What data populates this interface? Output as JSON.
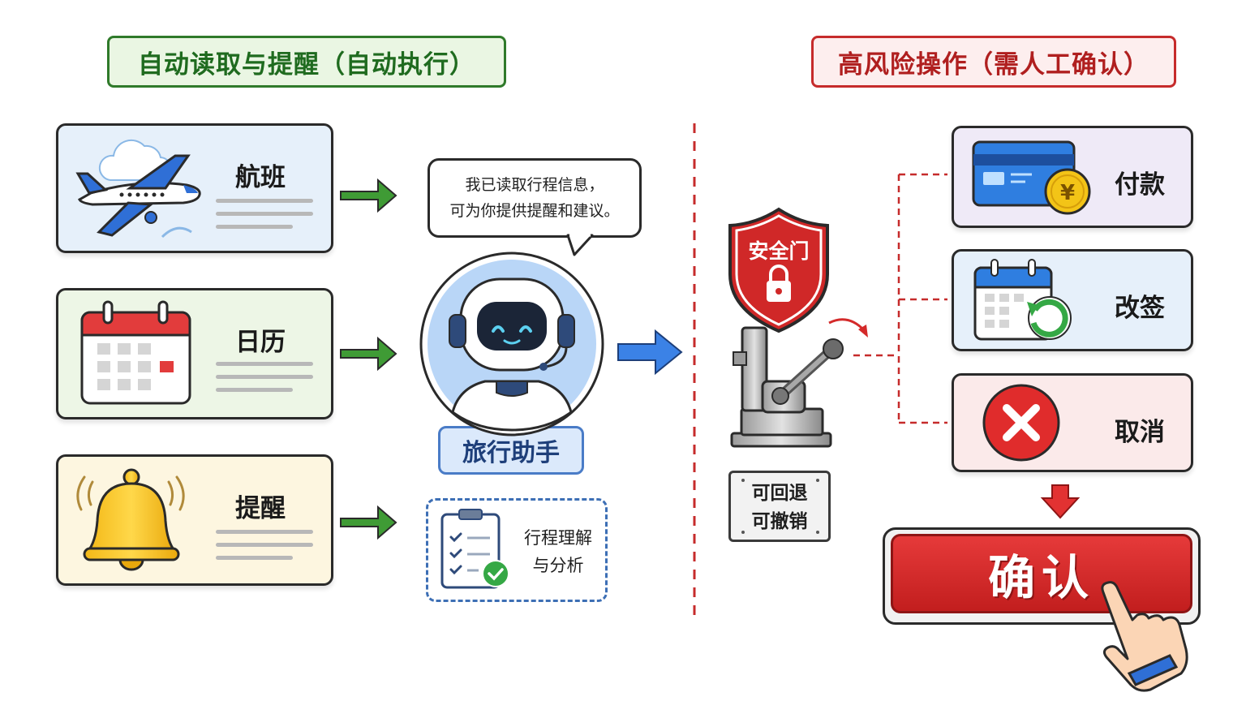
{
  "banners": {
    "auto": "自动读取与提醒（自动执行）",
    "risk": "高风险操作（需人工确认）"
  },
  "sources": [
    {
      "label": "航班",
      "icon": "airplane-icon"
    },
    {
      "label": "日历",
      "icon": "calendar-icon"
    },
    {
      "label": "提醒",
      "icon": "bell-icon"
    }
  ],
  "assistant": {
    "bubble_line1": "我已读取行程信息，",
    "bubble_line2": "可为你提供提醒和建议。",
    "label": "旅行助手",
    "analysis_line1": "行程理解",
    "analysis_line2": "与分析"
  },
  "gate": {
    "shield_label": "安全门",
    "sign_line1": "可回退",
    "sign_line2": "可撤销"
  },
  "actions": [
    {
      "label": "付款",
      "icon": "credit-card-icon",
      "currency": "¥"
    },
    {
      "label": "改签",
      "icon": "calendar-refresh-icon"
    },
    {
      "label": "取消",
      "icon": "cancel-x-icon"
    }
  ],
  "confirm": {
    "label": "确认"
  },
  "colors": {
    "auto_green": "#2f7a2a",
    "risk_red": "#c62b2b",
    "assistant_blue": "#3b82e6"
  }
}
